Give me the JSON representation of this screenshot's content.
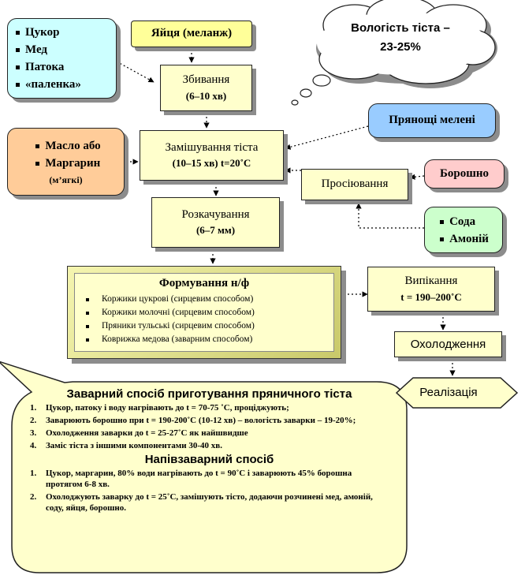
{
  "ingredients_list": [
    "Цукор",
    "Мед",
    "Патока",
    "«паленка»"
  ],
  "eggs": "Яйця (меланж)",
  "moisture": {
    "line1": "Вологість тіста –",
    "line2": "23-25%"
  },
  "whipping": {
    "title": "Збивання",
    "sub": "(6–10 хв)"
  },
  "spices": "Прянощі мелені",
  "fat": {
    "item1": "Масло або",
    "item2": "Маргарин",
    "note": "(м’ягкі)"
  },
  "kneading": {
    "title": "Замішування тіста",
    "sub": "(10–15 хв) t=20˚С"
  },
  "flour": "Борошно",
  "sifting": "Просіювання",
  "leavening": [
    "Сода",
    "Амоній"
  ],
  "rolling": {
    "title": "Розкачування",
    "sub": "(6–7 мм)"
  },
  "forming": {
    "title": "Формування н/ф",
    "items": [
      "Коржики цукрові (сирцевим способом)",
      "Коржики молочні (сирцевим способом)",
      "Пряники тульські (сирцевим способом)",
      "Коврижка медова (заварним способом)"
    ]
  },
  "baking": {
    "title": "Випікання",
    "sub": "t = 190–200˚С"
  },
  "cooling": "Охолодження",
  "sale": "Реалізація",
  "brewing": {
    "title": "Заварний спосіб приготування пряничного тіста",
    "steps": [
      {
        "n": "1.",
        "text": "Цукор, патоку і воду нагрівають до t = 70-75 ˚С, проціджують;"
      },
      {
        "n": "2.",
        "text": "Заварюють борошно при t = 190-200˚С (10-12 хв) – вологість заварки – 19-20%;"
      },
      {
        "n": "3.",
        "text": "Охолодження заварки до t = 25-27˚С як найшвидше"
      },
      {
        "n": "4.",
        "text": "Заміс тіста з іншими компонентами 30-40 хв."
      }
    ],
    "title2": "Напівзаварний спосіб",
    "steps2": [
      {
        "n": "1.",
        "text": "Цукор, маргарин, 80% води нагрівають до t = 90˚С і заварюють 45% борошна протягом 6-8 хв."
      },
      {
        "n": "2.",
        "text": "Охолоджують заварку до t = 25˚С, замішують тісто, додаючи розчинені мед, амоній, соду, яйця, борошно."
      }
    ]
  }
}
